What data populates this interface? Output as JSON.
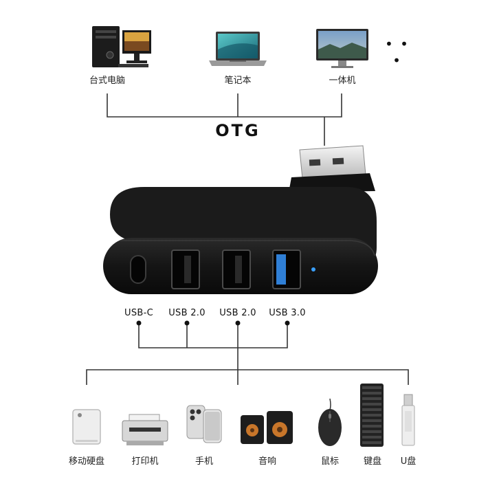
{
  "top_devices": [
    {
      "label": "台式电脑",
      "icon": "desktop-computer-icon"
    },
    {
      "label": "笔记本",
      "icon": "laptop-icon"
    },
    {
      "label": "一体机",
      "icon": "all-in-one-pc-icon"
    }
  ],
  "more": "• • •",
  "otg": "OTG",
  "ports": [
    {
      "label": "USB-C",
      "type": "usb-c"
    },
    {
      "label": "USB 2.0",
      "type": "usb-a"
    },
    {
      "label": "USB 2.0",
      "type": "usb-a"
    },
    {
      "label": "USB 3.0",
      "type": "usb-a-blue"
    }
  ],
  "bottom_devices": [
    {
      "label": "移动硬盘",
      "icon": "external-hdd-icon"
    },
    {
      "label": "打印机",
      "icon": "printer-icon"
    },
    {
      "label": "手机",
      "icon": "phone-icon"
    },
    {
      "label": "音响",
      "icon": "speakers-icon"
    },
    {
      "label": "鼠标",
      "icon": "mouse-icon"
    },
    {
      "label": "键盘",
      "icon": "keyboard-icon"
    },
    {
      "label": "U盘",
      "icon": "usb-flash-drive-icon"
    }
  ],
  "colors": {
    "hub_body": "#161616",
    "usb3_blue": "#2f7fd6",
    "led": "#3aa0ff",
    "lines": "#333333"
  }
}
